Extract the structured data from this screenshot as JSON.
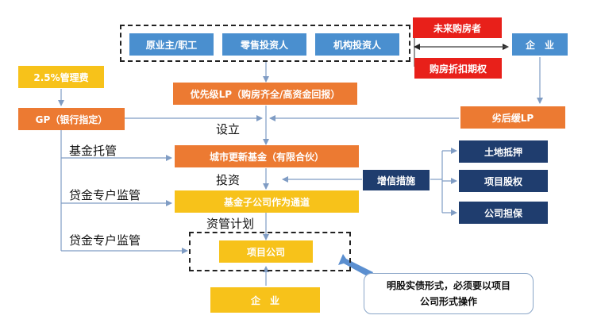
{
  "nodes": {
    "owner_staff": "原业主/职工",
    "retail_investor": "零售投资人",
    "institutional_investor": "机构投资人",
    "future_buyer": "未来购房者",
    "discount_option": "购房折扣期权",
    "enterprise_top": "企　业",
    "mgmt_fee": "2.5%管理费",
    "gp": "GP（银行指定）",
    "senior_lp": "优先级LP（购房齐全/高资金回报）",
    "subordinated_lp": "劣后缓LP",
    "urban_fund": "城市更新基金（有限合伙）",
    "credit_enhancement": "增信措施",
    "land_mortgage": "土地抵押",
    "project_equity": "项目股权",
    "company_guarantee": "公司担保",
    "subsidiary_channel": "基金子公司作为通道",
    "project_company": "项目公司",
    "enterprise_bottom": "企　业"
  },
  "labels": {
    "establish": "设立",
    "invest": "投资",
    "asset_plan": "资管计划",
    "fund_custody": "基金托管",
    "loan_supervision_1": "贷金专户监管",
    "loan_supervision_2": "贷金专户监管"
  },
  "callout": {
    "line1": "明股实债形式，必须要以项目",
    "line2": "公司形式操作"
  },
  "colors": {
    "blue": "#4a8fcf",
    "navy": "#1f3d6e",
    "orange": "#ec7a32",
    "yellow": "#f7c21a",
    "red": "#e8201a",
    "connector": "#7f9cc4"
  }
}
